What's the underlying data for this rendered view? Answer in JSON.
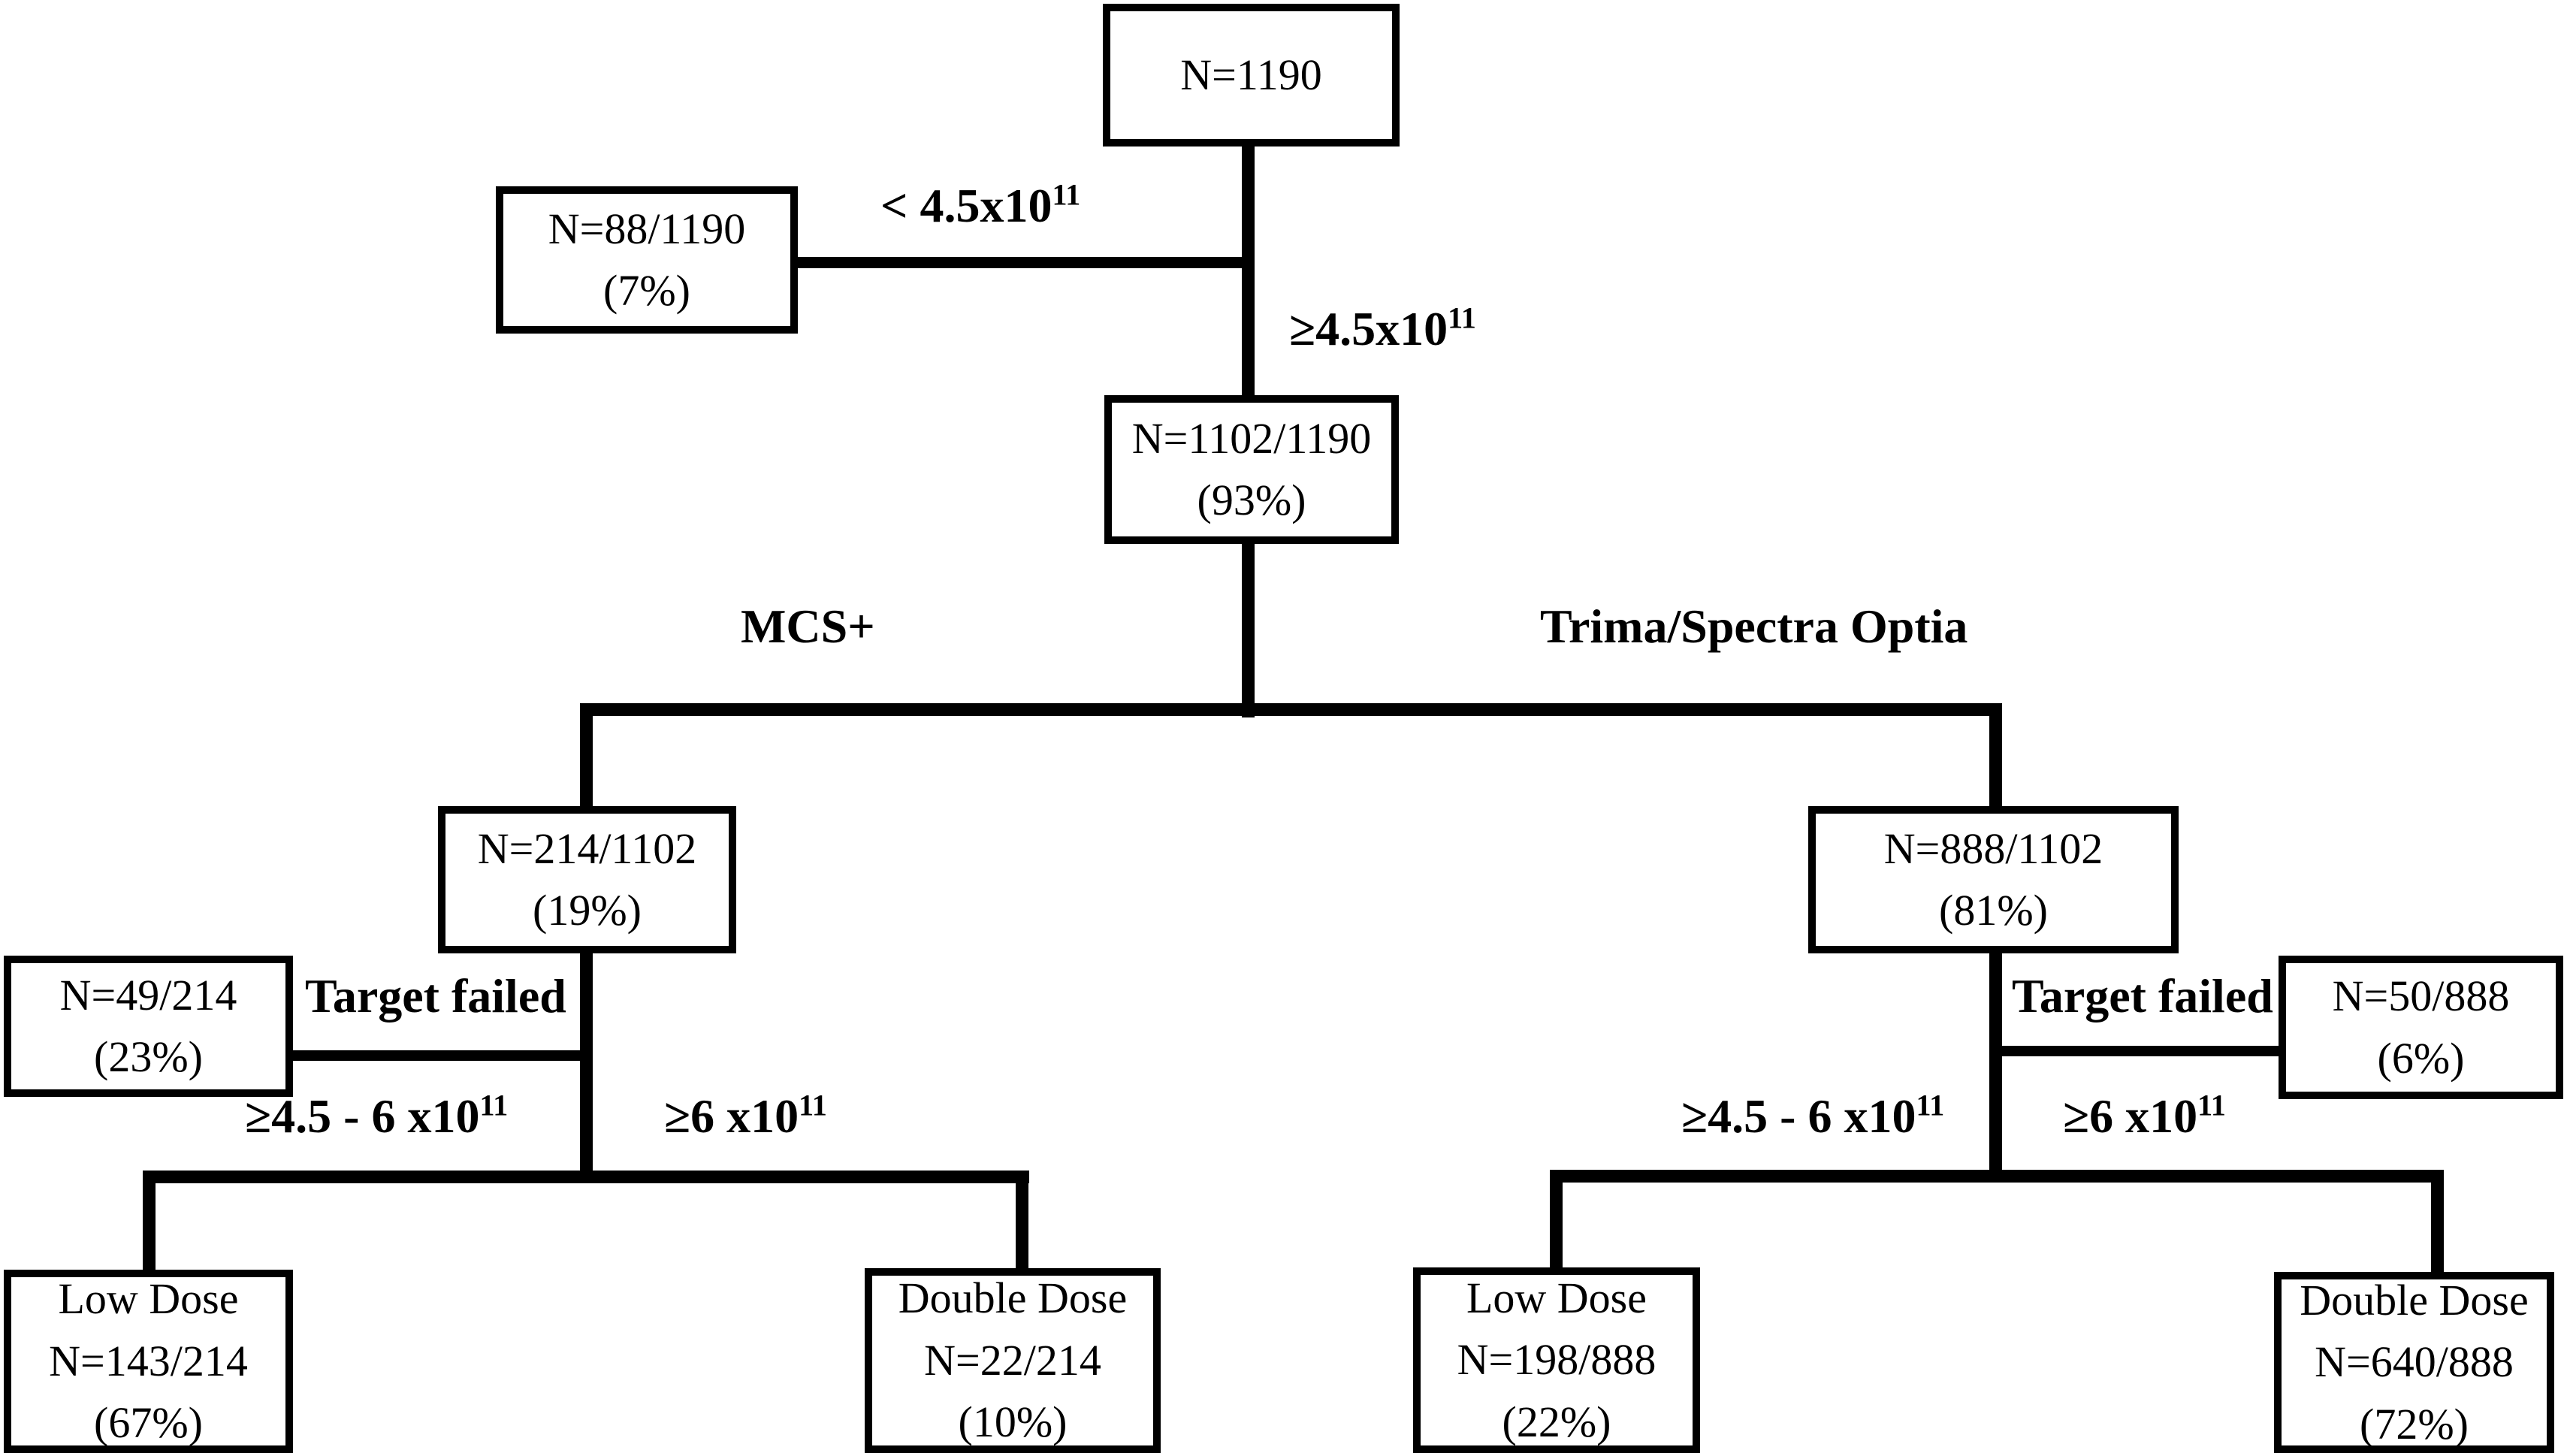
{
  "diagram": {
    "type": "flowchart",
    "description": "Platelet collection dose flow diagram",
    "colors": {
      "background": "#ffffff",
      "line": "#000000",
      "box_border": "#000000",
      "text": "#000000"
    },
    "nodes": {
      "root": {
        "lines": [
          "N=1190"
        ]
      },
      "excluded": {
        "lines": [
          "N=88/1190",
          "(7%)"
        ]
      },
      "eligible": {
        "lines": [
          "N=1102/1190",
          "(93%)"
        ]
      },
      "mcs_arm": {
        "lines": [
          "N=214/1102",
          "(19%)"
        ]
      },
      "mcs_target_failed": {
        "lines": [
          "N=49/214",
          "(23%)"
        ]
      },
      "mcs_low_dose": {
        "lines": [
          "Low Dose",
          "N=143/214",
          "(67%)"
        ]
      },
      "mcs_double_dose": {
        "lines": [
          "Double Dose",
          "N=22/214",
          "(10%)"
        ]
      },
      "trima_arm": {
        "lines": [
          "N=888/1102",
          "(81%)"
        ]
      },
      "trima_target_failed": {
        "lines": [
          "N=50/888",
          "(6%)"
        ]
      },
      "trima_low_dose": {
        "lines": [
          "Low Dose",
          "N=198/888",
          "(22%)"
        ]
      },
      "trima_double_dose": {
        "lines": [
          "Double Dose",
          "N=640/888",
          "(72%)"
        ]
      }
    },
    "edge_labels": {
      "below_target": {
        "base": "< 4.5x10",
        "sup": "11"
      },
      "met_target": {
        "base": "≥4.5x10",
        "sup": "11"
      },
      "mcs_branch": {
        "base": "MCS+"
      },
      "trima_branch": {
        "base": "Trima/Spectra Optia"
      },
      "mcs_target_failed": {
        "base": "Target failed"
      },
      "trima_target_failed": {
        "base": "Target failed"
      },
      "mcs_low_range": {
        "base": "≥4.5 - 6 x10",
        "sup": "11"
      },
      "mcs_high_range": {
        "base": "≥6 x10",
        "sup": "11"
      },
      "trima_low_range": {
        "base": "≥4.5 - 6 x10",
        "sup": "11"
      },
      "trima_high_range": {
        "base": "≥6 x10",
        "sup": "11"
      }
    }
  }
}
